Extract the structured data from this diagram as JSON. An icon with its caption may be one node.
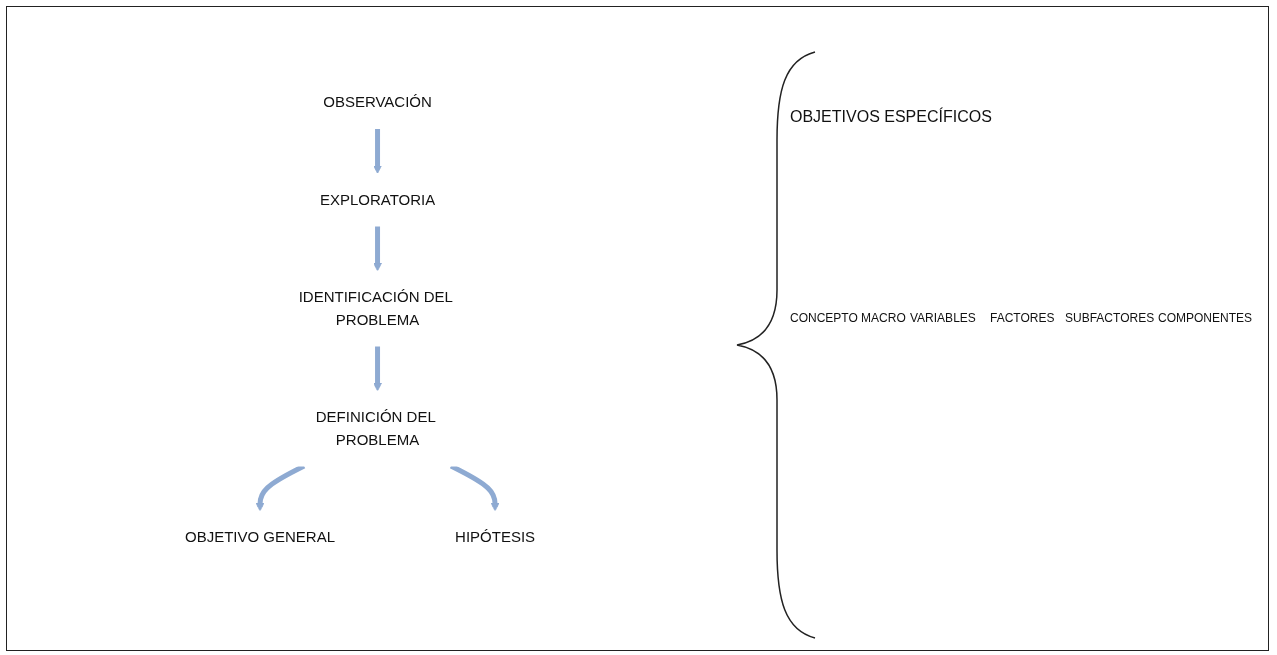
{
  "diagram": {
    "nodes": [
      {
        "text": [
          "OBSERVACIÓN"
        ]
      },
      {
        "text": [
          "EXPLORATORIA"
        ]
      },
      {
        "text": [
          "IDENTIFICACIÓN DEL PROBLEMA"
        ]
      },
      {
        "text": [
          "DEFINICIÓN DEL PROBLEMA"
        ]
      },
      {
        "text": [
          "OBJETIVO GENERAL"
        ]
      },
      {
        "text": [
          "HIPÓTESIS"
        ]
      }
    ],
    "edges": [
      {
        "from": 0,
        "to": 1,
        "arrow": "to"
      },
      {
        "from": 1,
        "to": 2,
        "arrow": "to"
      },
      {
        "from": 2,
        "to": 3,
        "arrow": "to"
      },
      {
        "from": 3,
        "to": 4,
        "arrow": "to"
      },
      {
        "from": 3,
        "to": 5,
        "arrow": "to"
      }
    ],
    "labels": [
      "OBJETIVOS ESPECÍFICOS",
      "CONCEPTO MACRO",
      "VARIABLES",
      "FACTORES",
      "SUBFACTORES",
      "COMPONENTES"
    ]
  }
}
